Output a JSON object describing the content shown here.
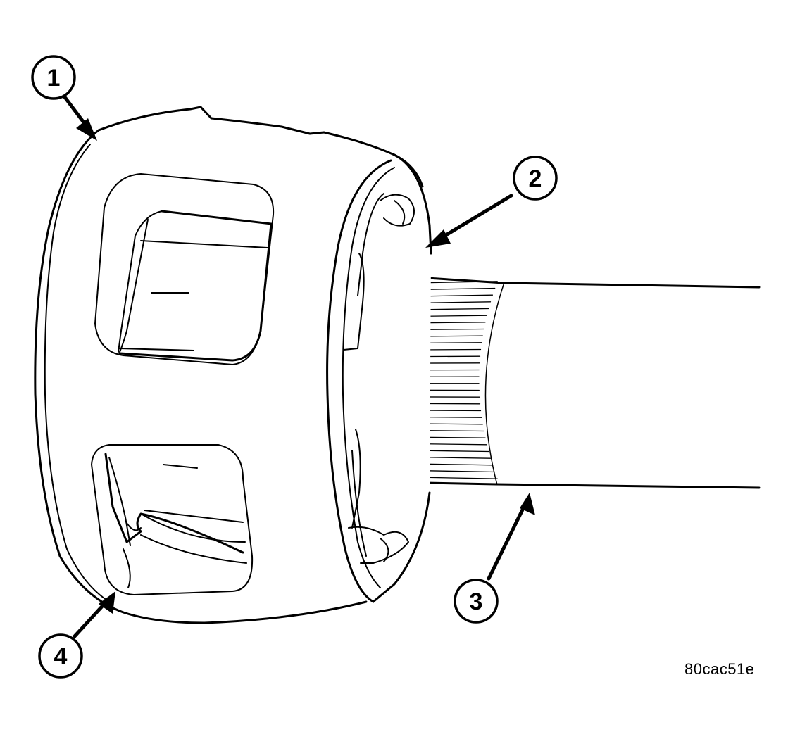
{
  "figure": {
    "code": "80cac51e",
    "callouts": [
      {
        "id": "1",
        "label": "1"
      },
      {
        "id": "2",
        "label": "2"
      },
      {
        "id": "3",
        "label": "3"
      },
      {
        "id": "4",
        "label": "4"
      }
    ]
  }
}
